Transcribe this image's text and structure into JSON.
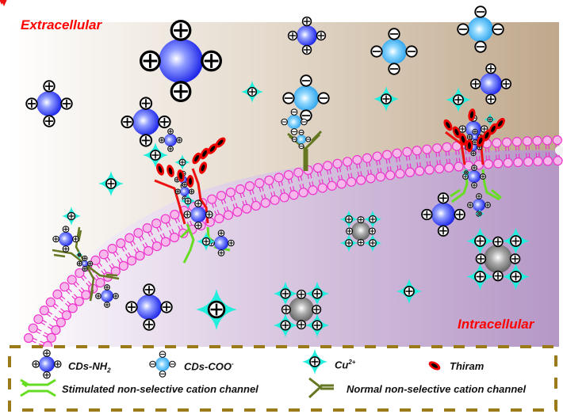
{
  "labels": {
    "extracellular": "Extracellular",
    "intracellular": "Intracellular"
  },
  "legend": {
    "items": [
      {
        "key": "cds-nh2",
        "label_main": "CDs-NH",
        "label_sub": "2",
        "icon": "blue-positive-dot-icon"
      },
      {
        "key": "cds-coo",
        "label_main": "CDs-COO",
        "label_sup": "-",
        "icon": "cyan-negative-dot-icon"
      },
      {
        "key": "cu2",
        "label_main": "Cu",
        "label_sup": "2+",
        "icon": "cyan-star-ion-icon"
      },
      {
        "key": "thiram",
        "label_main": "Thiram",
        "icon": "red-oval-icon"
      },
      {
        "key": "stimulated-channel",
        "label_main": "Stimulated non-selective cation channel",
        "icon": "green-channel-icon"
      },
      {
        "key": "normal-channel",
        "label_main": "Normal non-selective cation channel",
        "icon": "olive-channel-icon"
      }
    ]
  },
  "colors": {
    "label_red": "#ff0000",
    "membrane_pink": "#ee33cc",
    "membrane_head": "#f6b7ea",
    "cds_nh2": "#2233ee",
    "cds_coo": "#33aaee",
    "cu_ion": "#22eedd",
    "thiram": "#ee0000",
    "stim_channel": "#66dd22",
    "normal_channel": "#667722",
    "legend_border": "#9b7a1a",
    "extracellular_bg": "#c8b39a",
    "intracellular_bg": "#b99ac8"
  }
}
